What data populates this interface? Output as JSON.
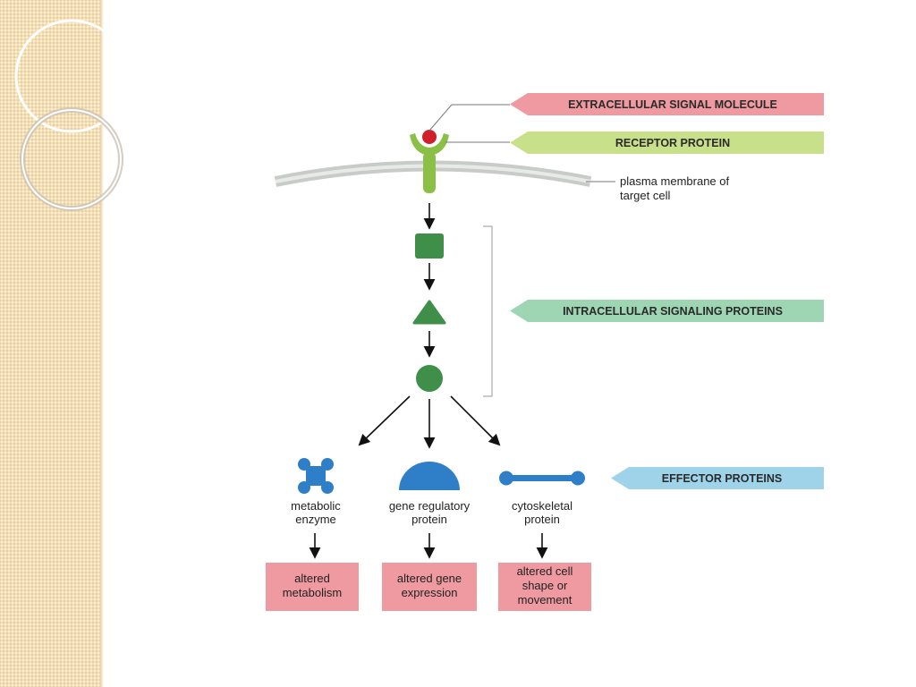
{
  "banners": {
    "extracellular": {
      "label": "EXTRACELLULAR SIGNAL MOLECULE",
      "color": "#ee9aa0"
    },
    "receptor": {
      "label": "RECEPTOR PROTEIN",
      "color": "#c8e08a"
    },
    "intracellular": {
      "label": "INTRACELLULAR SIGNALING PROTEINS",
      "color": "#9ed6b4"
    },
    "effector": {
      "label": "EFFECTOR PROTEINS",
      "color": "#9fd3ea"
    }
  },
  "membrane_label": [
    "plasma membrane of",
    "target cell"
  ],
  "effectors": [
    {
      "lines": [
        "metabolic",
        "enzyme"
      ],
      "outcome": [
        "altered",
        "metabolism"
      ]
    },
    {
      "lines": [
        "gene regulatory",
        "protein"
      ],
      "outcome": [
        "altered gene",
        "expression"
      ]
    },
    {
      "lines": [
        "cytoskeletal",
        "protein"
      ],
      "outcome": [
        "altered cell",
        "shape or",
        "movement"
      ]
    }
  ],
  "colors": {
    "protein_green": "#3f8f4a",
    "effector_blue": "#2f7fc8",
    "signal_red": "#d0202a",
    "outcome_box": "#ee9aa0"
  }
}
